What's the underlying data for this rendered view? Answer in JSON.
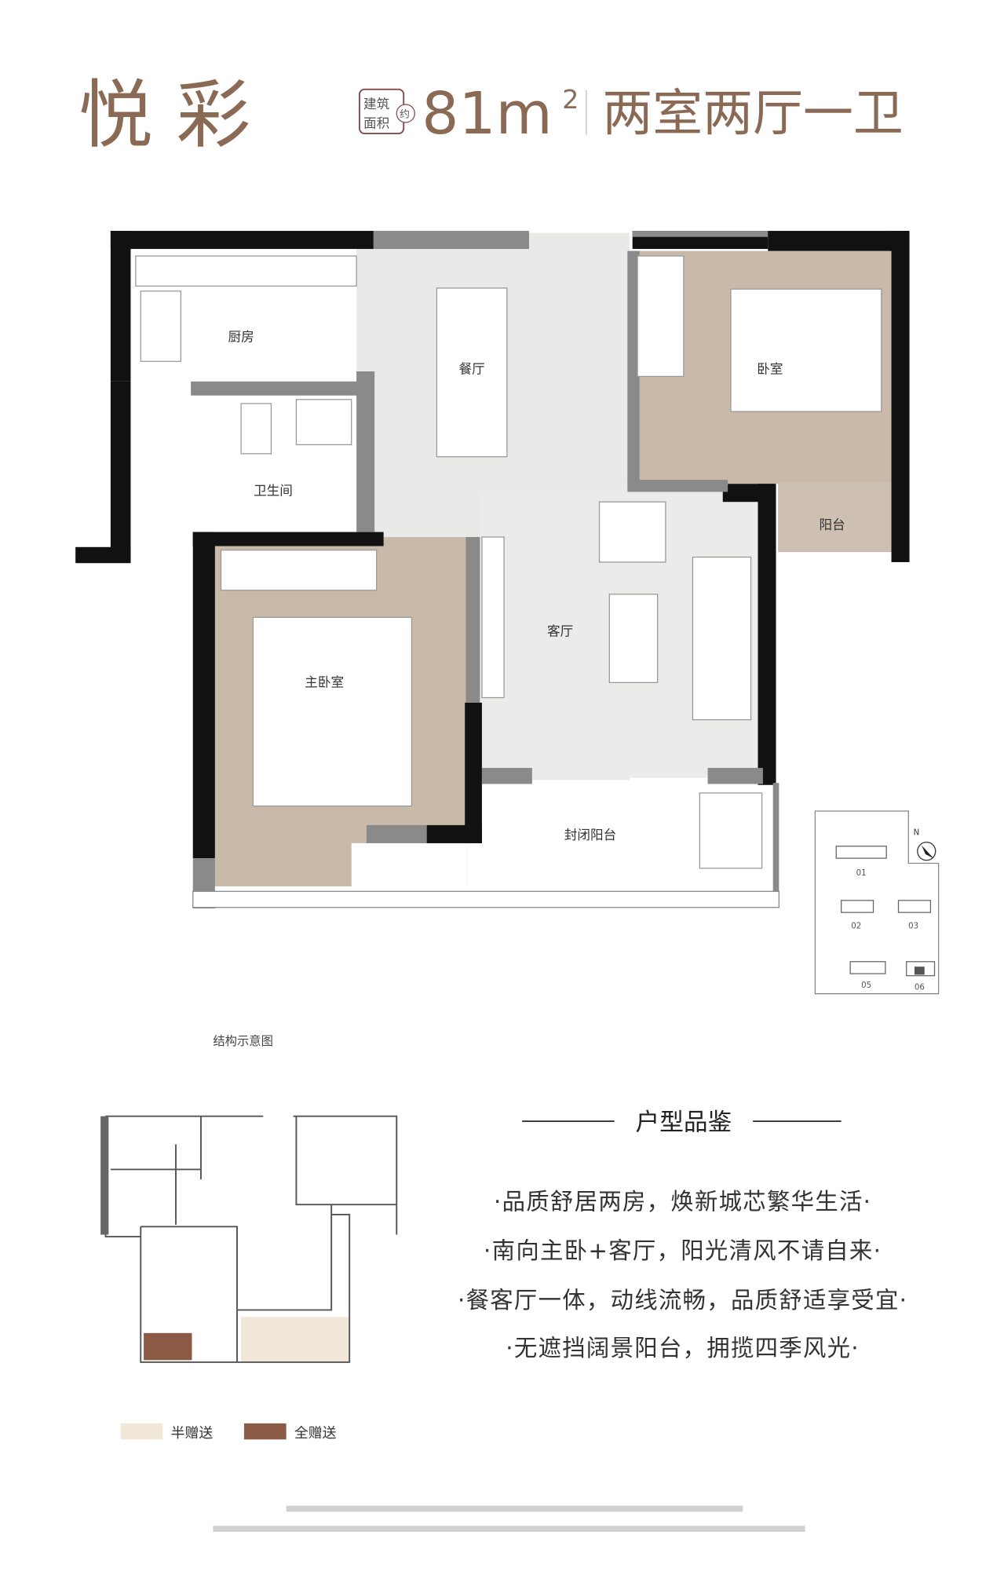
{
  "header": {
    "title": "悦 彩",
    "badge_line1": "建筑",
    "badge_line2": "面积",
    "badge_approx": "约",
    "area": "81m",
    "area_sup": "2",
    "layout": "两室两厅一卫"
  },
  "rooms": {
    "kitchen": "厨房",
    "dining": "餐厅",
    "bedroom": "卧室",
    "bathroom": "卫生间",
    "balcony": "阳台",
    "living": "客厅",
    "master": "主卧室",
    "enclosed_balcony": "封闭阳台"
  },
  "key_plan": {
    "north": "N",
    "buildings": [
      "01",
      "02",
      "03",
      "05",
      "06"
    ]
  },
  "caption": "结构示意图",
  "review": {
    "heading": "户型品鉴",
    "bullets": [
      "·品质舒居两房，焕新城芯繁华生活·",
      "·南向主卧+客厅，阳光清风不请自来·",
      "·餐客厅一体，动线流畅，品质舒适享受宜·",
      "·无遮挡阔景阳台，拥揽四季风光·"
    ]
  },
  "legend": [
    {
      "label": "半赠送",
      "color": "#f1e7d9"
    },
    {
      "label": "全赠送",
      "color": "#8a5a45"
    }
  ],
  "colors": {
    "brand": "#8b6a55",
    "wood": "#c9b9a9",
    "floor": "#e9e9e7"
  }
}
